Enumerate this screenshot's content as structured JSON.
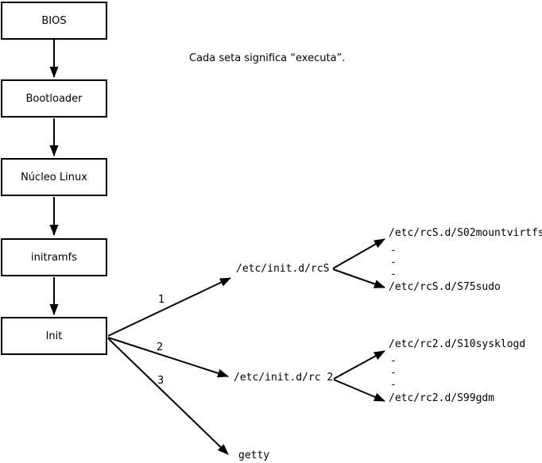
{
  "colors": {
    "ink": "#000000",
    "background": "#ffffff",
    "box_fill": "#ffffff"
  },
  "annotation": "Cada seta significa “executa”.",
  "nodes": [
    {
      "label": "BIOS"
    },
    {
      "label": "Bootloader"
    },
    {
      "label": "Núcleo Linux"
    },
    {
      "label": "initramfs"
    },
    {
      "label": "Init"
    }
  ],
  "branches": [
    {
      "order": "1",
      "script": "/etc/init.d/rcS",
      "first_child": "/etc/rcS.d/S02mountvirtfs",
      "ellipsis": [
        "-",
        "-",
        "-"
      ],
      "last_child": "/etc/rcS.d/S75sudo"
    },
    {
      "order": "2",
      "script": "/etc/init.d/rc 2",
      "first_child": "/etc/rc2.d/S10sysklogd",
      "ellipsis": [
        "-",
        "-",
        "-"
      ],
      "last_child": "/etc/rc2.d/S99gdm"
    },
    {
      "order": "3",
      "script": "getty"
    }
  ]
}
